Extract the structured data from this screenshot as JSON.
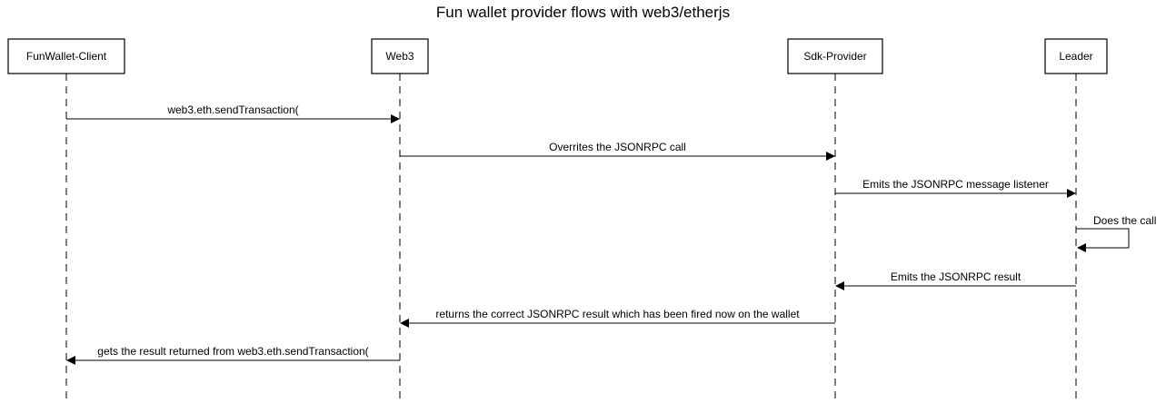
{
  "diagram": {
    "title": "Fun wallet provider flows with web3/etherjs",
    "actors": [
      {
        "id": "client",
        "label": "FunWallet-Client"
      },
      {
        "id": "web3",
        "label": "Web3"
      },
      {
        "id": "sdk",
        "label": "Sdk-Provider"
      },
      {
        "id": "leader",
        "label": "Leader"
      }
    ],
    "messages": [
      {
        "from": "client",
        "to": "web3",
        "label": "web3.eth.sendTransaction("
      },
      {
        "from": "web3",
        "to": "sdk",
        "label": "Overrites the JSONRPC call"
      },
      {
        "from": "sdk",
        "to": "leader",
        "label": "Emits the JSONRPC message listener"
      },
      {
        "from": "leader",
        "to": "leader",
        "label": "Does the call"
      },
      {
        "from": "leader",
        "to": "sdk",
        "label": "Emits the JSONRPC result"
      },
      {
        "from": "sdk",
        "to": "web3",
        "label": "returns the correct JSONRPC result which has been fired now on the wallet"
      },
      {
        "from": "web3",
        "to": "client",
        "label": "gets the result returned from web3.eth.sendTransaction("
      }
    ]
  }
}
